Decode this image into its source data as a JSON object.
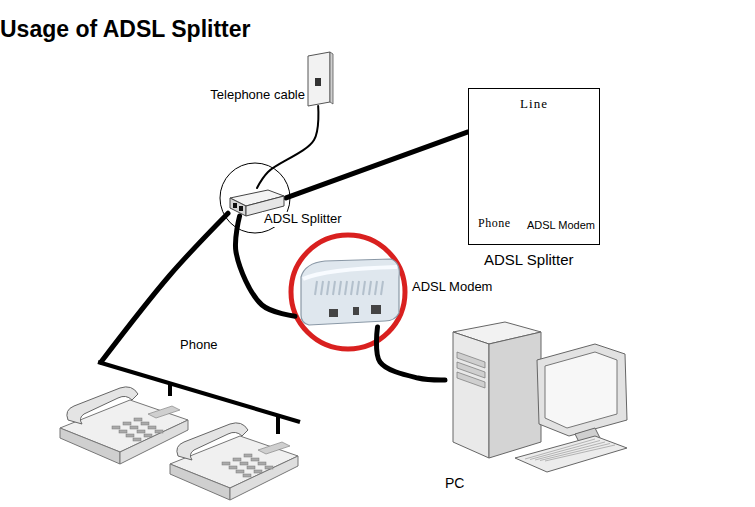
{
  "diagram": {
    "title": "Usage of ADSL Splitter",
    "nodes": [
      {
        "text": [
          "Telephone cable"
        ]
      },
      {
        "text": [
          "ADSL Splitter"
        ]
      },
      {
        "text": [
          "Line",
          "Phone",
          "ADSL Modem",
          "ADSL Splitter"
        ]
      },
      {
        "text": [
          "ADSL Modem"
        ]
      },
      {
        "text": [
          "Phone"
        ]
      },
      {
        "text": [
          "PC"
        ]
      }
    ],
    "edges": [
      {
        "from": 0,
        "to": 1,
        "arrow": "none"
      },
      {
        "from": 1,
        "to": 2,
        "arrow": "none"
      },
      {
        "from": 1,
        "to": 3,
        "arrow": "none"
      },
      {
        "from": 1,
        "to": 4,
        "arrow": "none"
      },
      {
        "from": 3,
        "to": 5,
        "arrow": "none"
      }
    ]
  }
}
